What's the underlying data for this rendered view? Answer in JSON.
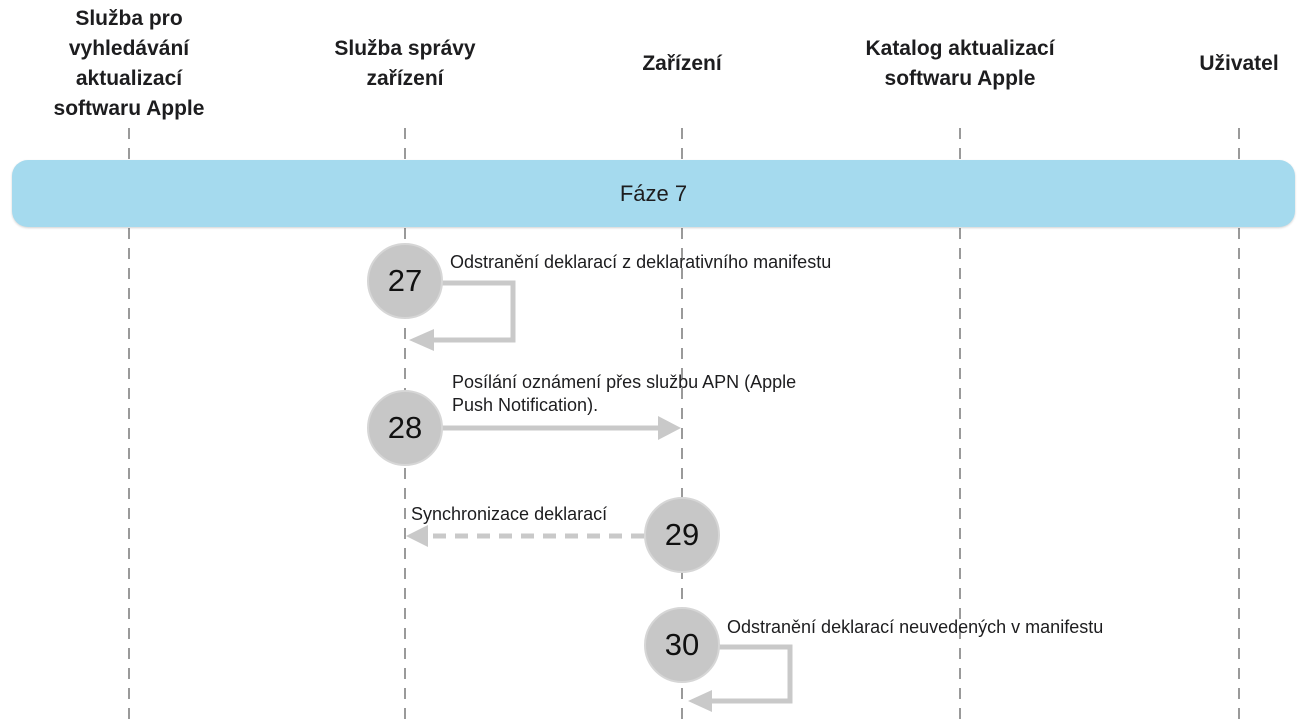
{
  "lanes": [
    {
      "label": "Služba pro vyhledávání aktualizací softwaru Apple"
    },
    {
      "label": "Služba správy zařízení"
    },
    {
      "label": "Zařízení"
    },
    {
      "label": "Katalog aktualizací softwaru Apple"
    },
    {
      "label": "Uživatel"
    }
  ],
  "phase": {
    "label": "Fáze 7"
  },
  "steps": [
    {
      "number": "27",
      "label": "Odstranění deklarací z deklarativního manifestu",
      "type": "self-loop",
      "from": "Služba správy zařízení",
      "to": "Služba správy zařízení"
    },
    {
      "number": "28",
      "label": "Posílání oznámení přes službu APN (Apple Push Notification).",
      "type": "solid-arrow",
      "from": "Služba správy zařízení",
      "to": "Zařízení"
    },
    {
      "number": "29",
      "label": "Synchronizace deklarací",
      "type": "dashed-arrow",
      "from": "Zařízení",
      "to": "Služba správy zařízení"
    },
    {
      "number": "30",
      "label": "Odstranění deklarací neuvedených v manifestu",
      "type": "self-loop",
      "from": "Zařízení",
      "to": "Zařízení"
    }
  ],
  "colors": {
    "phase_banner": "#a5daee",
    "step_circle": "#c7c7c7",
    "step_circle_border": "#d6d6d6",
    "arrow": "#c9c9c9",
    "lifeline": "#9a9a9a",
    "text": "#1d1d1f"
  }
}
